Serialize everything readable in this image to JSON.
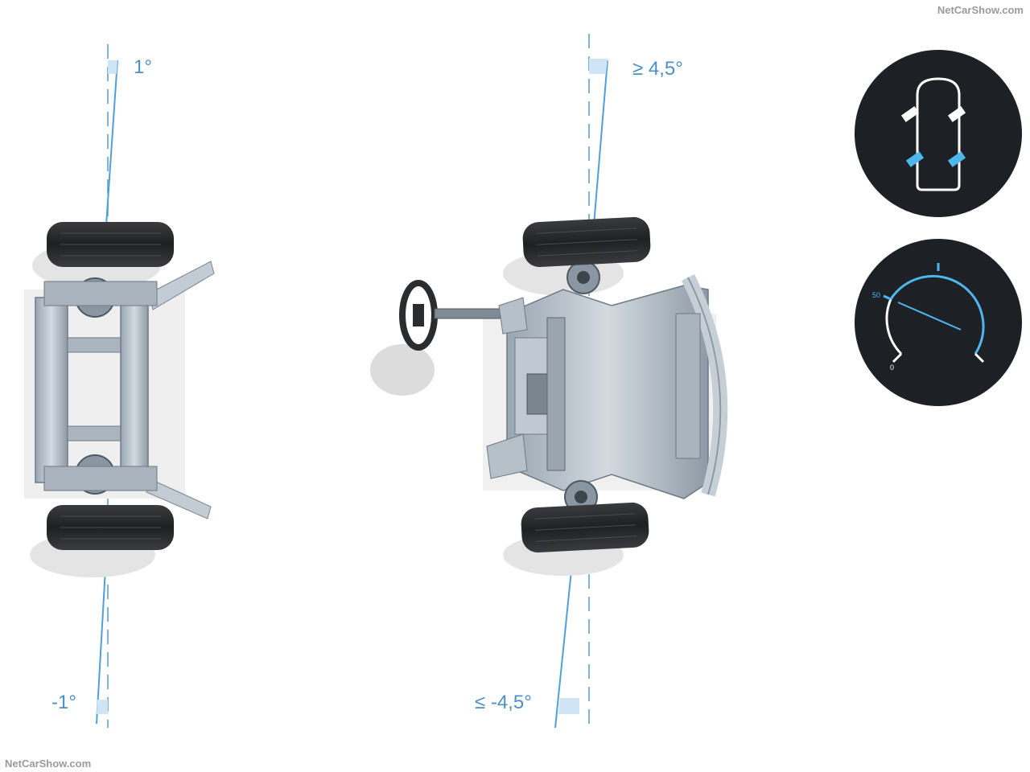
{
  "watermark_top": "NetCarShow.com",
  "watermark_bottom": "NetCarShow.com",
  "rear_axle": {
    "angle_top": "1°",
    "angle_bottom": "-1°"
  },
  "front_axle": {
    "angle_top": "≥ 4,5°",
    "angle_bottom": "≤ -4,5°"
  },
  "speed_gauge": {
    "mark_50": "50",
    "mark_0": "0"
  },
  "colors": {
    "accent": "#4f9fd8",
    "label": "#4f8fc4",
    "badge": "#1d2126",
    "tire": "#2a2b2d",
    "frame": "#b9c3cc"
  }
}
